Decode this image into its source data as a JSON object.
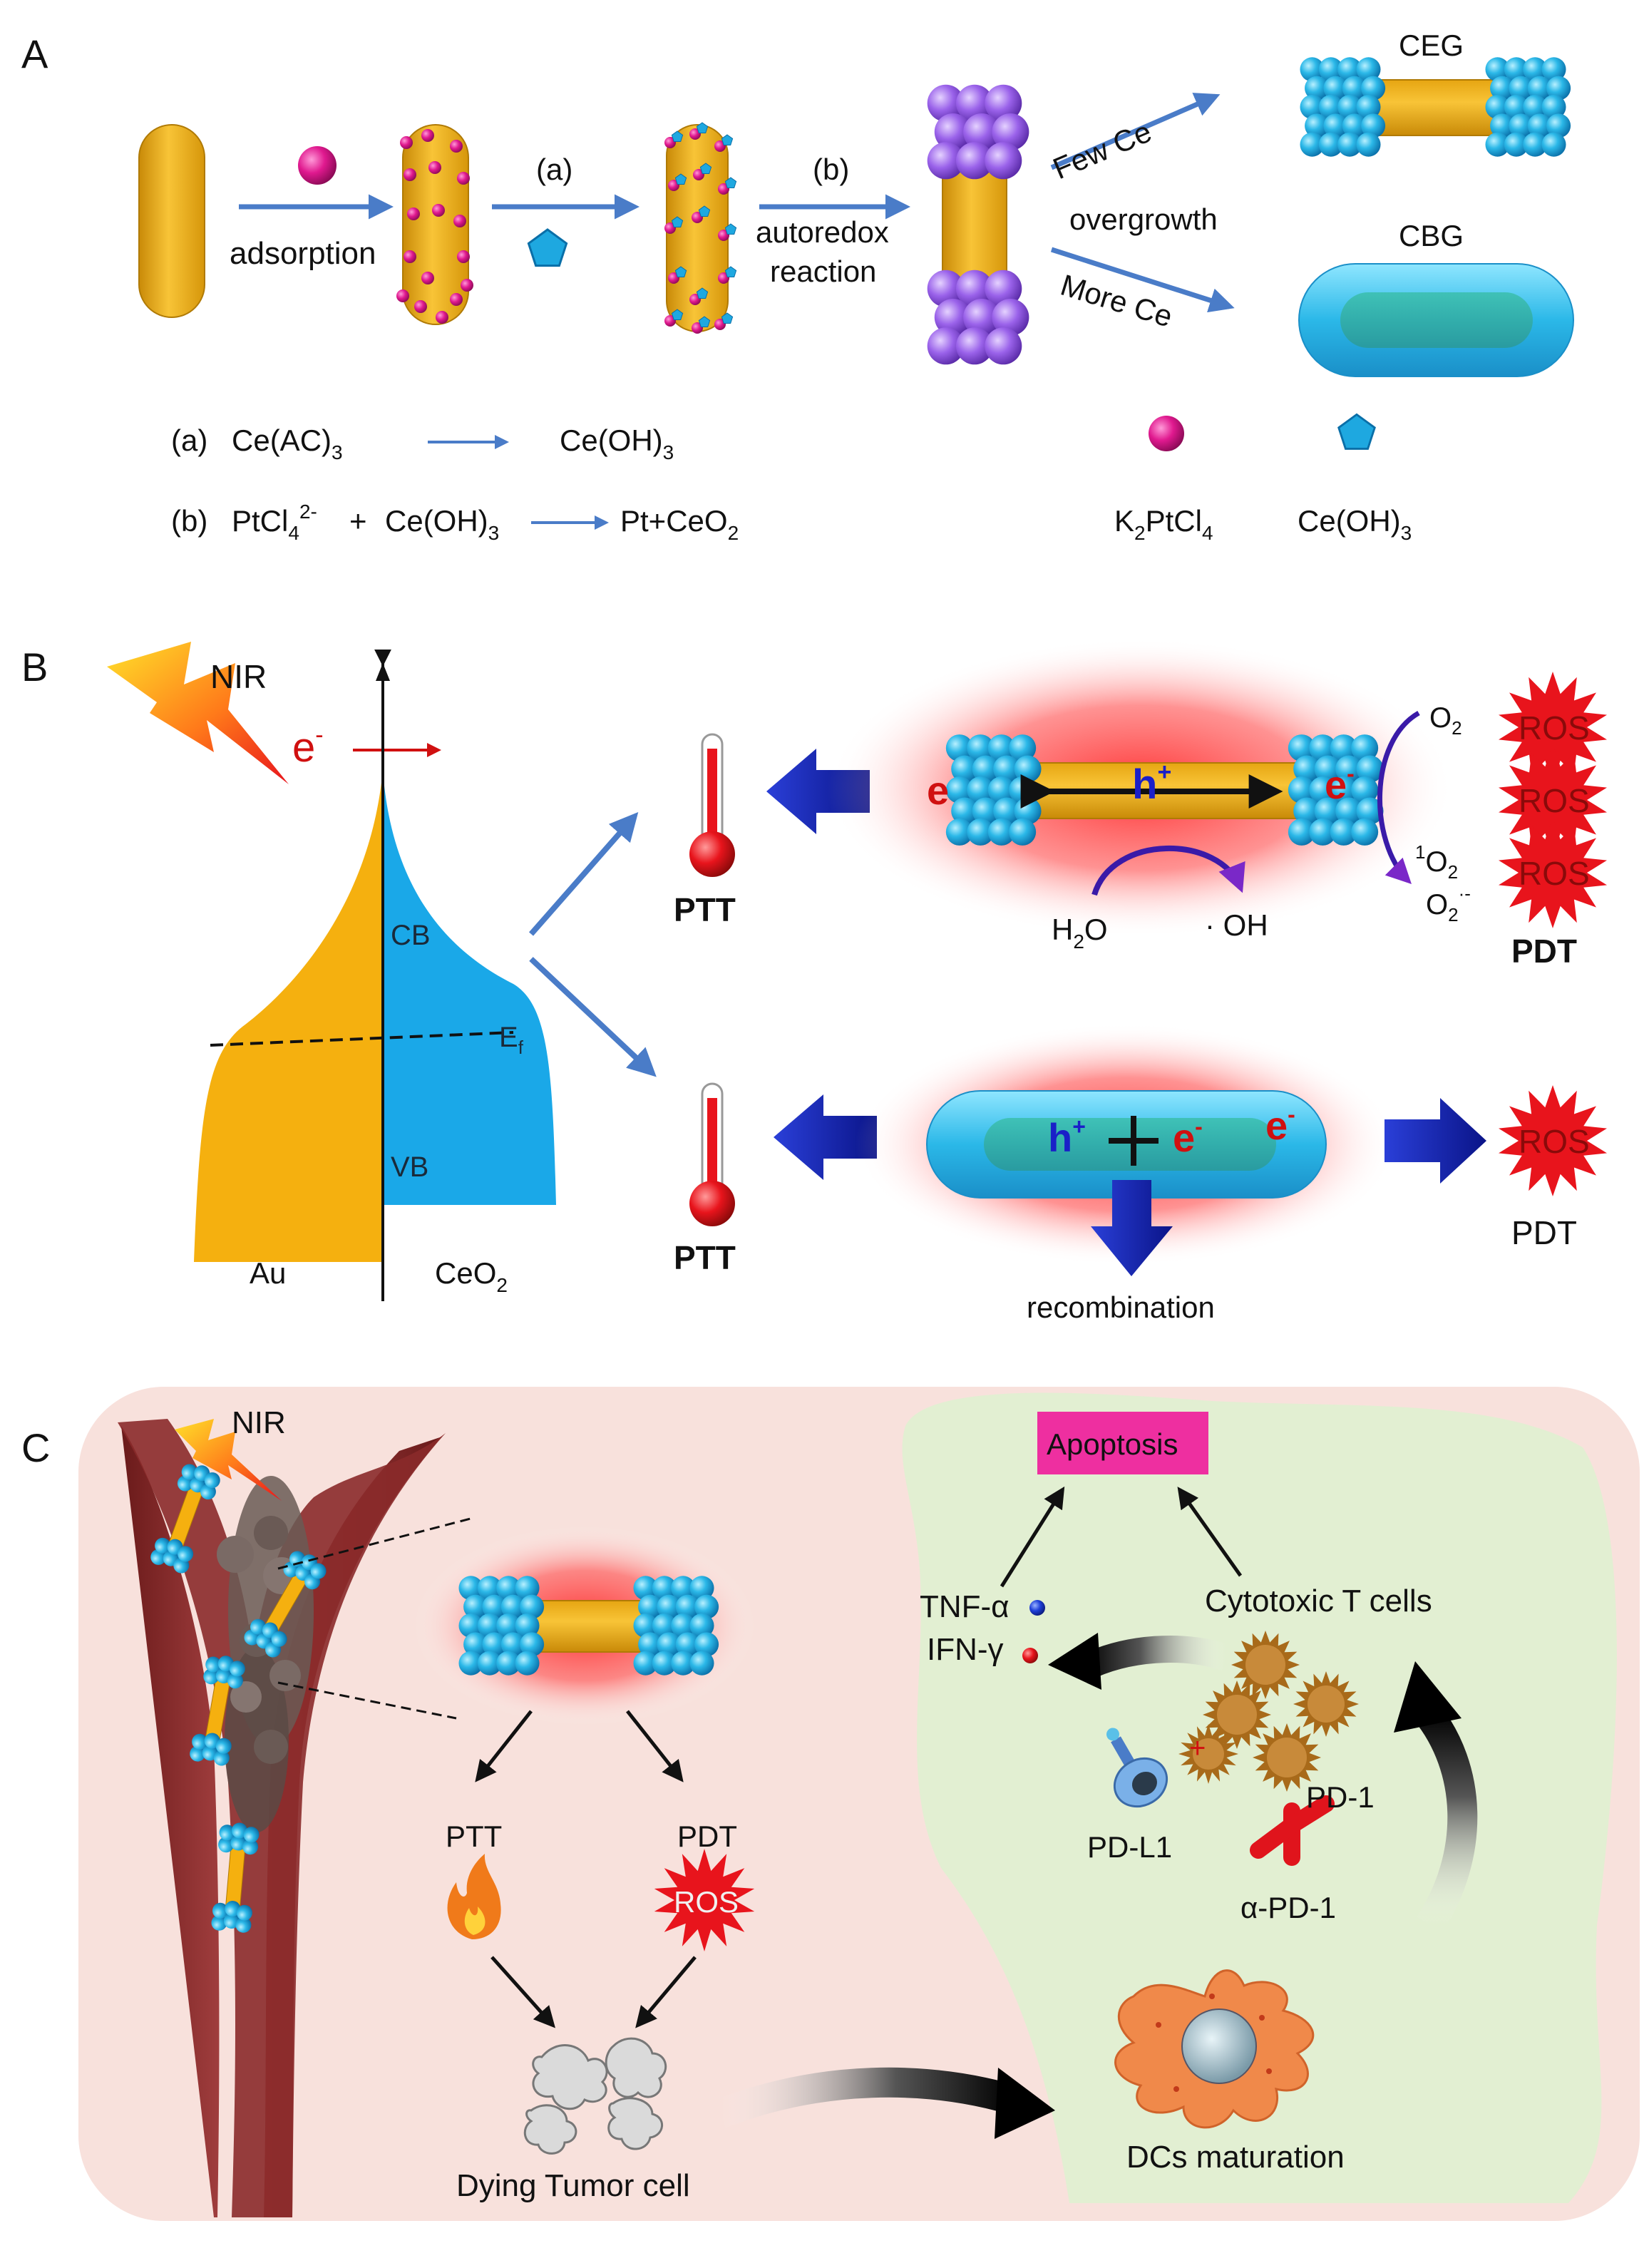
{
  "panel_a": {
    "letter": "A",
    "step_adsorption": "adsorption",
    "step_a": "(a)",
    "step_b": "(b)",
    "autoredox_1": "autoredox",
    "autoredox_2": "reaction",
    "few_ce": "Few Ce",
    "overgrowth": "overgrowth",
    "more_ce": "More Ce",
    "ceg": "CEG",
    "cbg": "CBG",
    "eq_a_label": "(a)",
    "eq_a_left": "Ce(AC)",
    "eq_a_left_sub": "3",
    "eq_a_right": "Ce(OH)",
    "eq_a_right_sub": "3",
    "eq_b_label": "(b)",
    "eq_b_pt": "PtCl",
    "eq_b_pt_sub": "4",
    "eq_b_pt_sup": "2-",
    "eq_b_plus": "+",
    "eq_b_ce": "Ce(OH)",
    "eq_b_ce_sub": "3",
    "eq_b_product": "Pt+CeO",
    "eq_b_product_sub": "2",
    "legend_k2_1": "K",
    "legend_k2_sub1": "2",
    "legend_k2_2": "PtCl",
    "legend_k2_sub2": "4",
    "legend_ce": "Ce(OH)",
    "legend_ce_sub": "3",
    "colors": {
      "gold": "#F4B21B",
      "pink": "#E0198F",
      "cyan": "#2BB8E8",
      "purple": "#8A55E0",
      "arrow_blue": "#4A7CC8"
    }
  },
  "panel_b": {
    "letter": "B",
    "nir": "NIR",
    "e_minus": "e",
    "e_sup": "-",
    "cb": "CB",
    "ef": "E",
    "ef_sub": "f",
    "vb": "VB",
    "au": "Au",
    "ceo2": "CeO",
    "ceo2_sub": "2",
    "ptt_top": "PTT",
    "ptt_bottom": "PTT",
    "h_plus": "h",
    "h_sup": "+",
    "o2": "O",
    "o2_sub": "2",
    "singlet_sup": "1",
    "singlet": "O",
    "singlet_sub": "2",
    "superoxide": "O",
    "superoxide_sub": "2",
    "superoxide_sup": "·-",
    "h2o": "H",
    "h2o_sub": "2",
    "h2o_o": "O",
    "oh": "· OH",
    "ros": "ROS",
    "pdt_top": "PDT",
    "pdt_bottom": "PDT",
    "recombination": "recombination",
    "colors": {
      "au": "#F5B00F",
      "ceo2": "#1AA8E8",
      "ros_red": "#E8141C",
      "navy": "#1A1FA8"
    }
  },
  "panel_c": {
    "letter": "C",
    "nir": "NIR",
    "ptt": "PTT",
    "pdt": "PDT",
    "ros": "ROS",
    "dying": "Dying Tumor cell",
    "dcs": "DCs maturation",
    "apoptosis": "Apoptosis",
    "tnf": "TNF-α",
    "ifn": "IFN-γ",
    "ctl": "Cytotoxic T cells",
    "pdl1": "PD-L1",
    "pd1": "PD-1",
    "apd1": "α-PD-1",
    "colors": {
      "apoptosis_bg": "#EE2FA0",
      "panel_bg": "#F8E1DC",
      "green_bg": "#E2EFD2"
    }
  }
}
